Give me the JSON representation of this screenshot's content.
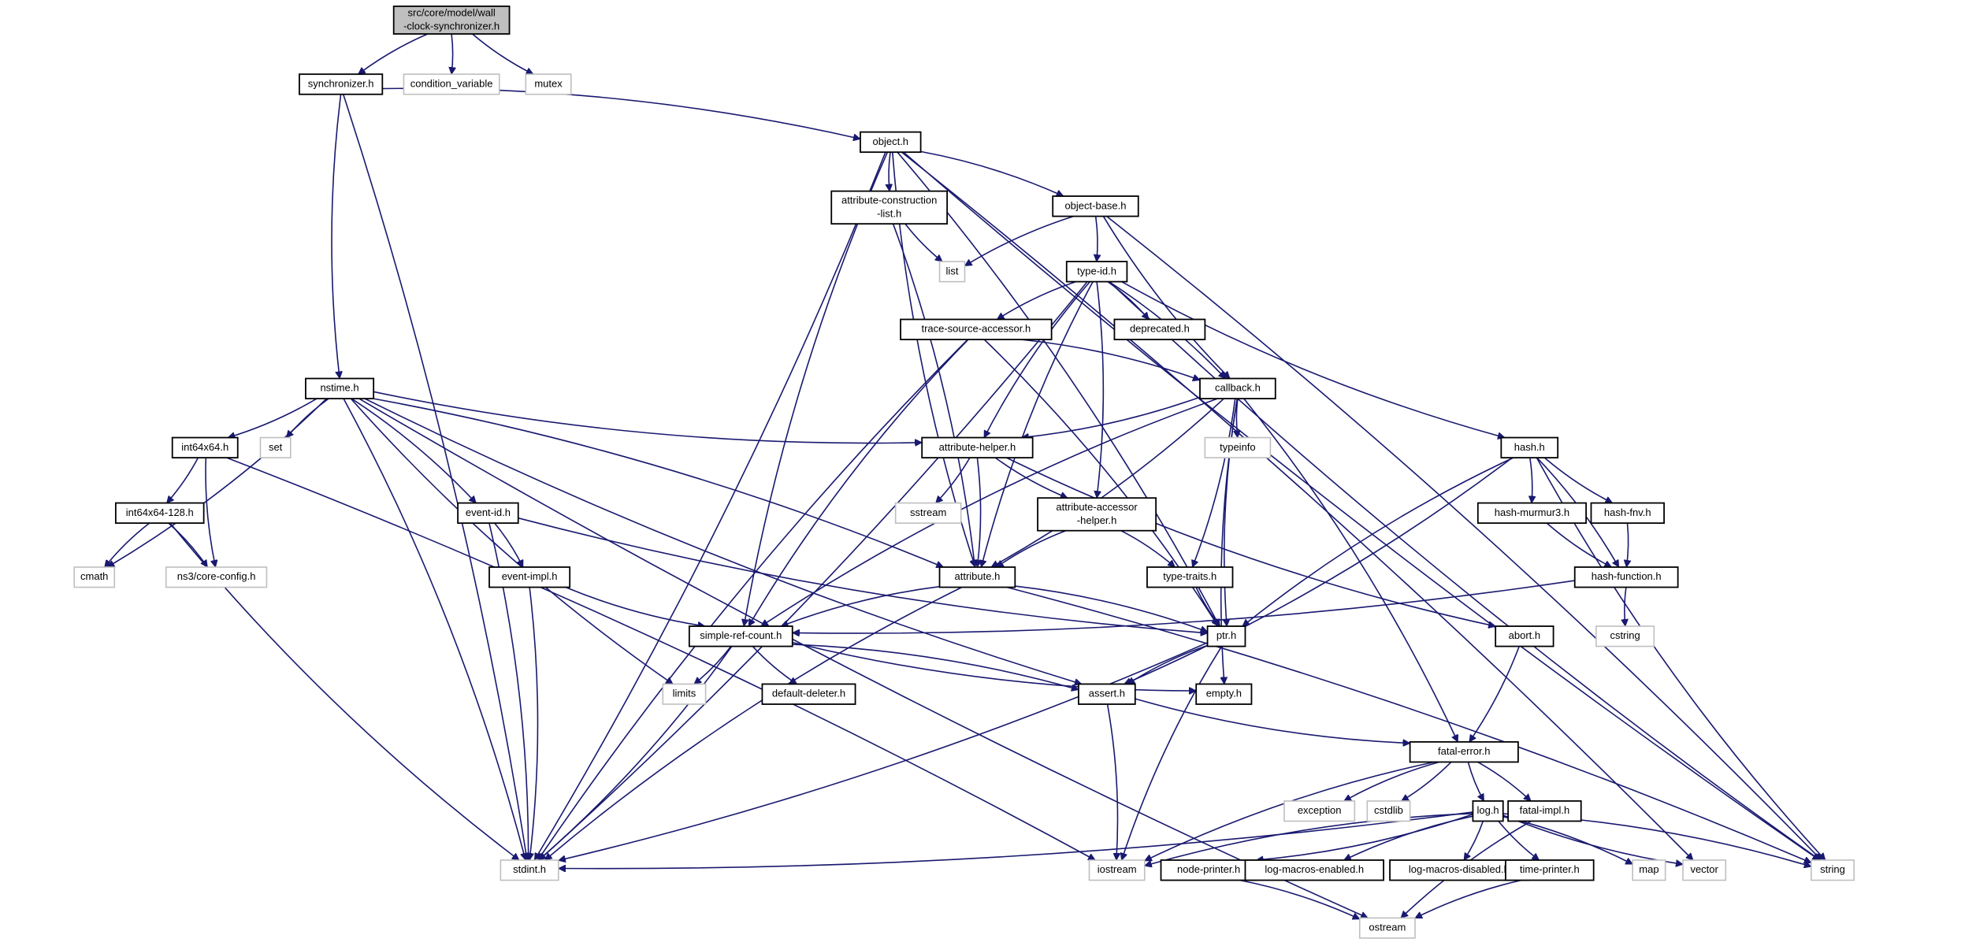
{
  "graph_title": "src/core/model/wall-clock-synchronizer.h include dependency graph",
  "colors": {
    "edge": "#191970",
    "root_fill": "#bfbfbf",
    "internal_border": "#000000",
    "external_border": "#bfbfbf"
  },
  "nodes": [
    {
      "id": "root",
      "lines": [
        "src/core/model/wall",
        "-clock-synchronizer.h"
      ],
      "kind": "root"
    },
    {
      "id": "synchronizer",
      "lines": [
        "synchronizer.h"
      ],
      "kind": "internal"
    },
    {
      "id": "condition_variable",
      "lines": [
        "condition_variable"
      ],
      "kind": "external"
    },
    {
      "id": "mutex",
      "lines": [
        "mutex"
      ],
      "kind": "external"
    },
    {
      "id": "object",
      "lines": [
        "object.h"
      ],
      "kind": "internal"
    },
    {
      "id": "attr_construction",
      "lines": [
        "attribute-construction",
        "-list.h"
      ],
      "kind": "internal"
    },
    {
      "id": "object_base",
      "lines": [
        "object-base.h"
      ],
      "kind": "internal"
    },
    {
      "id": "list",
      "lines": [
        "list"
      ],
      "kind": "external"
    },
    {
      "id": "type_id",
      "lines": [
        "type-id.h"
      ],
      "kind": "internal"
    },
    {
      "id": "trace_source",
      "lines": [
        "trace-source-accessor.h"
      ],
      "kind": "internal"
    },
    {
      "id": "deprecated",
      "lines": [
        "deprecated.h"
      ],
      "kind": "internal"
    },
    {
      "id": "nstime",
      "lines": [
        "nstime.h"
      ],
      "kind": "internal"
    },
    {
      "id": "callback",
      "lines": [
        "callback.h"
      ],
      "kind": "internal"
    },
    {
      "id": "int64x64",
      "lines": [
        "int64x64.h"
      ],
      "kind": "internal"
    },
    {
      "id": "set",
      "lines": [
        "set"
      ],
      "kind": "external"
    },
    {
      "id": "attribute_helper",
      "lines": [
        "attribute-helper.h"
      ],
      "kind": "internal"
    },
    {
      "id": "typeinfo",
      "lines": [
        "typeinfo"
      ],
      "kind": "external"
    },
    {
      "id": "hash",
      "lines": [
        "hash.h"
      ],
      "kind": "internal"
    },
    {
      "id": "int64x64_128",
      "lines": [
        "int64x64-128.h"
      ],
      "kind": "internal"
    },
    {
      "id": "event_id",
      "lines": [
        "event-id.h"
      ],
      "kind": "internal"
    },
    {
      "id": "sstream",
      "lines": [
        "sstream"
      ],
      "kind": "external"
    },
    {
      "id": "attr_accessor_helper",
      "lines": [
        "attribute-accessor",
        "-helper.h"
      ],
      "kind": "internal"
    },
    {
      "id": "hash_murmur3",
      "lines": [
        "hash-murmur3.h"
      ],
      "kind": "internal"
    },
    {
      "id": "hash_fnv",
      "lines": [
        "hash-fnv.h"
      ],
      "kind": "internal"
    },
    {
      "id": "cmath",
      "lines": [
        "cmath"
      ],
      "kind": "external"
    },
    {
      "id": "core_config",
      "lines": [
        "ns3/core-config.h"
      ],
      "kind": "external"
    },
    {
      "id": "event_impl",
      "lines": [
        "event-impl.h"
      ],
      "kind": "internal"
    },
    {
      "id": "attribute",
      "lines": [
        "attribute.h"
      ],
      "kind": "internal"
    },
    {
      "id": "type_traits",
      "lines": [
        "type-traits.h"
      ],
      "kind": "internal"
    },
    {
      "id": "hash_function",
      "lines": [
        "hash-function.h"
      ],
      "kind": "internal"
    },
    {
      "id": "simple_ref_count",
      "lines": [
        "simple-ref-count.h"
      ],
      "kind": "internal"
    },
    {
      "id": "ptr",
      "lines": [
        "ptr.h"
      ],
      "kind": "internal"
    },
    {
      "id": "abort",
      "lines": [
        "abort.h"
      ],
      "kind": "internal"
    },
    {
      "id": "cstring",
      "lines": [
        "cstring"
      ],
      "kind": "external"
    },
    {
      "id": "limits",
      "lines": [
        "limits"
      ],
      "kind": "external"
    },
    {
      "id": "default_deleter",
      "lines": [
        "default-deleter.h"
      ],
      "kind": "internal"
    },
    {
      "id": "assert",
      "lines": [
        "assert.h"
      ],
      "kind": "internal"
    },
    {
      "id": "empty",
      "lines": [
        "empty.h"
      ],
      "kind": "internal"
    },
    {
      "id": "fatal_error",
      "lines": [
        "fatal-error.h"
      ],
      "kind": "internal"
    },
    {
      "id": "exception",
      "lines": [
        "exception"
      ],
      "kind": "external"
    },
    {
      "id": "cstdlib",
      "lines": [
        "cstdlib"
      ],
      "kind": "external"
    },
    {
      "id": "log",
      "lines": [
        "log.h"
      ],
      "kind": "internal"
    },
    {
      "id": "fatal_impl",
      "lines": [
        "fatal-impl.h"
      ],
      "kind": "internal"
    },
    {
      "id": "stdint",
      "lines": [
        "stdint.h"
      ],
      "kind": "external"
    },
    {
      "id": "iostream",
      "lines": [
        "iostream"
      ],
      "kind": "external"
    },
    {
      "id": "node_printer",
      "lines": [
        "node-printer.h"
      ],
      "kind": "internal"
    },
    {
      "id": "log_macros_enabled",
      "lines": [
        "log-macros-enabled.h"
      ],
      "kind": "internal"
    },
    {
      "id": "log_macros_disabled",
      "lines": [
        "log-macros-disabled.h"
      ],
      "kind": "internal"
    },
    {
      "id": "time_printer",
      "lines": [
        "time-printer.h"
      ],
      "kind": "internal"
    },
    {
      "id": "map",
      "lines": [
        "map"
      ],
      "kind": "external"
    },
    {
      "id": "vector",
      "lines": [
        "vector"
      ],
      "kind": "external"
    },
    {
      "id": "string",
      "lines": [
        "string"
      ],
      "kind": "external"
    },
    {
      "id": "ostream",
      "lines": [
        "ostream"
      ],
      "kind": "external"
    }
  ],
  "edges": [
    [
      "root",
      "synchronizer"
    ],
    [
      "root",
      "condition_variable"
    ],
    [
      "root",
      "mutex"
    ],
    [
      "synchronizer",
      "object"
    ],
    [
      "synchronizer",
      "nstime"
    ],
    [
      "synchronizer",
      "stdint"
    ],
    [
      "object",
      "attr_construction"
    ],
    [
      "object",
      "object_base"
    ],
    [
      "object",
      "attribute"
    ],
    [
      "object",
      "ptr"
    ],
    [
      "object",
      "simple_ref_count"
    ],
    [
      "object",
      "stdint"
    ],
    [
      "object",
      "string"
    ],
    [
      "object",
      "vector"
    ],
    [
      "attr_construction",
      "list"
    ],
    [
      "attr_construction",
      "attribute"
    ],
    [
      "object_base",
      "list"
    ],
    [
      "object_base",
      "type_id"
    ],
    [
      "object_base",
      "callback"
    ],
    [
      "object_base",
      "string"
    ],
    [
      "type_id",
      "trace_source"
    ],
    [
      "type_id",
      "deprecated"
    ],
    [
      "type_id",
      "attribute_helper"
    ],
    [
      "type_id",
      "attr_accessor_helper"
    ],
    [
      "type_id",
      "attribute"
    ],
    [
      "type_id",
      "callback"
    ],
    [
      "type_id",
      "hash"
    ],
    [
      "type_id",
      "stdint"
    ],
    [
      "type_id",
      "string"
    ],
    [
      "trace_source",
      "callback"
    ],
    [
      "trace_source",
      "simple_ref_count"
    ],
    [
      "trace_source",
      "ptr"
    ],
    [
      "trace_source",
      "stdint"
    ],
    [
      "nstime",
      "int64x64"
    ],
    [
      "nstime",
      "set"
    ],
    [
      "nstime",
      "event_id"
    ],
    [
      "nstime",
      "attribute_helper"
    ],
    [
      "nstime",
      "attribute"
    ],
    [
      "nstime",
      "assert"
    ],
    [
      "nstime",
      "cmath"
    ],
    [
      "nstime",
      "limits"
    ],
    [
      "nstime",
      "stdint"
    ],
    [
      "nstime",
      "ostream"
    ],
    [
      "callback",
      "attribute_helper"
    ],
    [
      "callback",
      "typeinfo"
    ],
    [
      "callback",
      "attribute"
    ],
    [
      "callback",
      "simple_ref_count"
    ],
    [
      "callback",
      "type_traits"
    ],
    [
      "callback",
      "ptr"
    ],
    [
      "callback",
      "fatal_error"
    ],
    [
      "callback",
      "empty"
    ],
    [
      "int64x64",
      "int64x64_128"
    ],
    [
      "int64x64",
      "core_config"
    ],
    [
      "int64x64",
      "iostream"
    ],
    [
      "int64x64_128",
      "cmath"
    ],
    [
      "int64x64_128",
      "core_config"
    ],
    [
      "int64x64_128",
      "stdint"
    ],
    [
      "attribute_helper",
      "sstream"
    ],
    [
      "attribute_helper",
      "attr_accessor_helper"
    ],
    [
      "attribute_helper",
      "attribute"
    ],
    [
      "attribute_helper",
      "abort"
    ],
    [
      "hash",
      "hash_murmur3"
    ],
    [
      "hash",
      "hash_fnv"
    ],
    [
      "hash",
      "hash_function"
    ],
    [
      "hash",
      "ptr"
    ],
    [
      "hash",
      "assert"
    ],
    [
      "hash",
      "string"
    ],
    [
      "event_id",
      "event_impl"
    ],
    [
      "event_id",
      "ptr"
    ],
    [
      "event_id",
      "stdint"
    ],
    [
      "attr_accessor_helper",
      "attribute"
    ],
    [
      "attr_accessor_helper",
      "type_traits"
    ],
    [
      "hash_murmur3",
      "hash_function"
    ],
    [
      "hash_fnv",
      "hash_function"
    ],
    [
      "event_impl",
      "simple_ref_count"
    ],
    [
      "event_impl",
      "stdint"
    ],
    [
      "attribute",
      "simple_ref_count"
    ],
    [
      "attribute",
      "ptr"
    ],
    [
      "attribute",
      "stdint"
    ],
    [
      "attribute",
      "string"
    ],
    [
      "type_traits",
      "ptr"
    ],
    [
      "hash_function",
      "simple_ref_count"
    ],
    [
      "hash_function",
      "cstring"
    ],
    [
      "simple_ref_count",
      "limits"
    ],
    [
      "simple_ref_count",
      "default_deleter"
    ],
    [
      "simple_ref_count",
      "assert"
    ],
    [
      "simple_ref_count",
      "empty"
    ],
    [
      "simple_ref_count",
      "stdint"
    ],
    [
      "ptr",
      "assert"
    ],
    [
      "ptr",
      "stdint"
    ],
    [
      "ptr",
      "iostream"
    ],
    [
      "abort",
      "fatal_error"
    ],
    [
      "assert",
      "fatal_error"
    ],
    [
      "assert",
      "iostream"
    ],
    [
      "fatal_error",
      "exception"
    ],
    [
      "fatal_error",
      "cstdlib"
    ],
    [
      "fatal_error",
      "log"
    ],
    [
      "fatal_error",
      "fatal_impl"
    ],
    [
      "fatal_error",
      "iostream"
    ],
    [
      "log",
      "stdint"
    ],
    [
      "log",
      "iostream"
    ],
    [
      "log",
      "node_printer"
    ],
    [
      "log",
      "log_macros_enabled"
    ],
    [
      "log",
      "log_macros_disabled"
    ],
    [
      "log",
      "time_printer"
    ],
    [
      "log",
      "map"
    ],
    [
      "log",
      "vector"
    ],
    [
      "log",
      "string"
    ],
    [
      "fatal_impl",
      "ostream"
    ],
    [
      "node_printer",
      "ostream"
    ],
    [
      "time_printer",
      "ostream"
    ]
  ]
}
